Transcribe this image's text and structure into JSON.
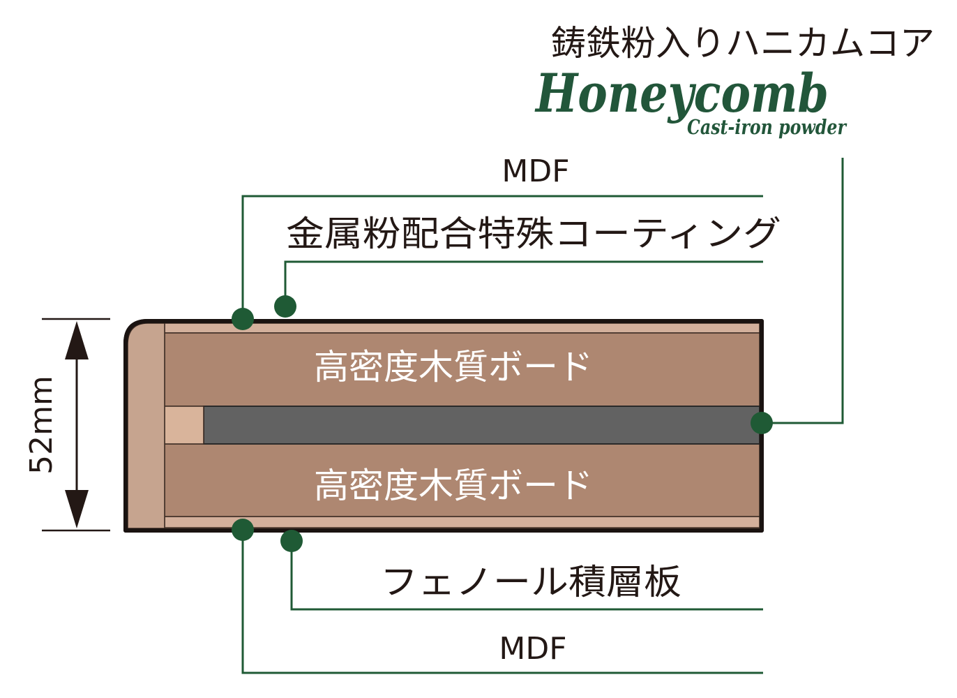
{
  "colors": {
    "leader_green": "#1f5a35",
    "brand_green": "#22563a",
    "text": "#231815",
    "outline": "#1a1311",
    "board": "#ae8771",
    "mdf": "#d3b09c",
    "edge_band": "#c6a48f",
    "core_gray": "#626262",
    "spacer": "#d9b49b",
    "board_text": "#ffffff"
  },
  "labels": {
    "core_jp": "鋳鉄粉入りハニカムコア",
    "brand_name": "Honeycomb",
    "brand_sub": "Cast-iron powder",
    "mdf_top": "MDF",
    "coating": "金属粉配合特殊コーティング",
    "board_top": "高密度木質ボード",
    "board_bottom": "高密度木質ボード",
    "phenolic": "フェノール積層板",
    "mdf_bottom": "MDF",
    "thickness": "52mm"
  },
  "icons": {
    "dimension": "double-arrow-icon",
    "leader_marker": "dot-icon"
  }
}
